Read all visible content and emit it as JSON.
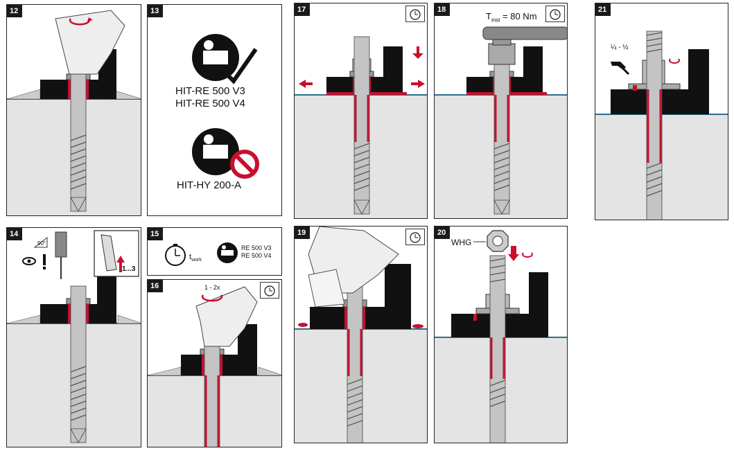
{
  "panels": [
    {
      "number": "12"
    },
    {
      "number": "13",
      "approved_products": [
        "HIT-RE 500 V3",
        "HIT-RE 500 V4"
      ],
      "not_approved_product": "HIT-HY 200-A"
    },
    {
      "number": "14",
      "angle_label": "90°",
      "count_label": "1...3"
    },
    {
      "number": "15",
      "work_label": "t",
      "work_subscript": "work",
      "products": [
        "RE 500 V3",
        "RE 500 V4"
      ]
    },
    {
      "number": "16",
      "turns_label": "1 - 2x"
    },
    {
      "number": "17"
    },
    {
      "number": "18",
      "torque_symbol": "T",
      "torque_subscript": "inst",
      "torque_value": "= 80 Nm"
    },
    {
      "number": "19"
    },
    {
      "number": "20",
      "washer_label": "WHG"
    },
    {
      "number": "21",
      "turn_fraction": "¼ - ½"
    }
  ],
  "colors": {
    "accent_red": "#c8102e",
    "steel": "#bdbdbd",
    "concrete": "#e3e3e3",
    "base_plate": "#111111",
    "surface_line": "#2a6f8f"
  }
}
